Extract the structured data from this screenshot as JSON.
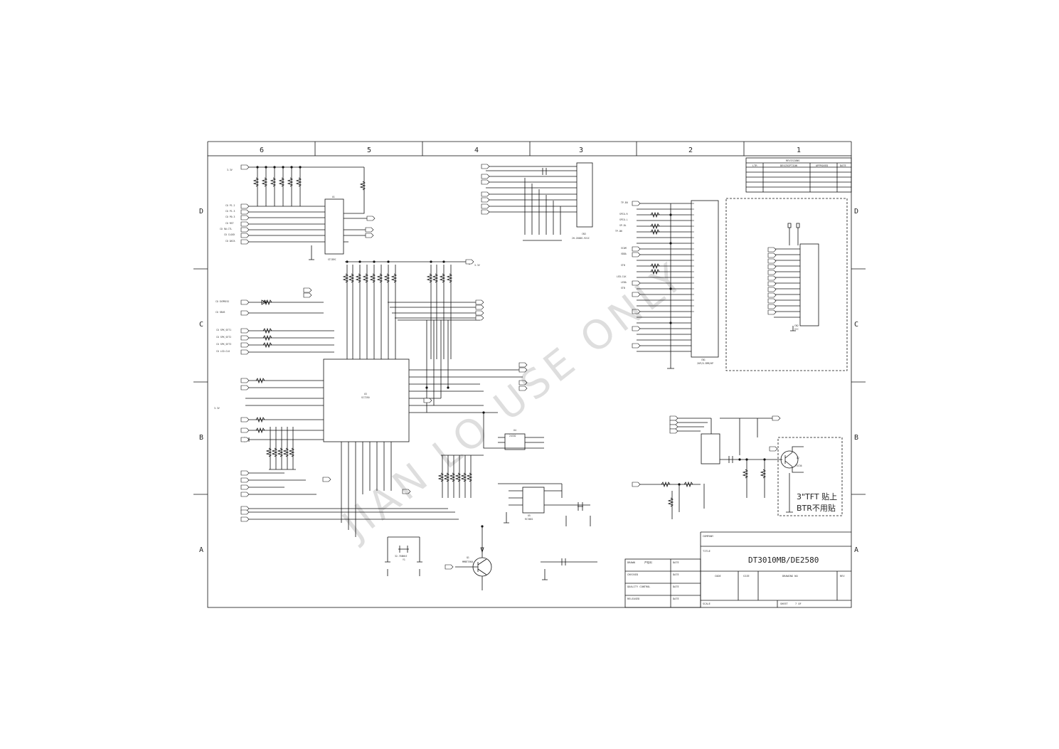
{
  "sheet": {
    "column_labels": [
      "6",
      "5",
      "4",
      "3",
      "2",
      "1"
    ],
    "row_labels": [
      "D",
      "C",
      "B",
      "A"
    ]
  },
  "watermark": "JIAN LO USE ONLY",
  "title_block": {
    "company_label": "COMPANY",
    "title_label": "TITLE",
    "title": "DT3010MB/DE2580",
    "drawn_label": "DRAWN",
    "drawn_by": "严桂利",
    "date_label": "DATE",
    "checked_label": "CHECKED",
    "quality_label": "QUALITY CONTROL",
    "released_label": "RELEASED",
    "code_label": "CODE",
    "size_label": "SIZE",
    "drawing_no_label": "DRAWING NO",
    "rev_label": "REV",
    "scale_label": "SCALE",
    "sheet_label": "SHEET",
    "sheet_value": "7 OF"
  },
  "revision_table": {
    "title": "REVISIONS",
    "headers": [
      "LTR",
      "DESCRIPTION",
      "APPROVED",
      "DATE"
    ]
  },
  "components": {
    "mcu": {
      "ref": "U1",
      "part": "STC89C"
    },
    "mcu_main": {
      "ref": "U3",
      "part": "SC7250"
    },
    "connector_top": {
      "ref": "CN3",
      "part": "2H-2000S-9X1C"
    },
    "connector_right": {
      "ref": "CN1",
      "part": "20P/0.5MM/HP"
    },
    "connector_aux": {
      "ref": "CN2",
      "part": "IIC"
    },
    "eeprom": {
      "ref": "U4",
      "part": "24C02"
    },
    "regulator": {
      "ref": "U5",
      "part": "RC3001"
    },
    "transistor": {
      "ref": "Q1",
      "part": "MMBT3904"
    },
    "transistor2": {
      "ref": "Q2",
      "part": "Y3C36"
    },
    "crystal": {
      "ref": "Y1",
      "part": "32.768KHZ"
    }
  },
  "nets": {
    "vcc": "3.3V",
    "left_inputs": [
      "CO P1.2",
      "CO P1.3",
      "CO P0.3",
      "CO RST",
      "CO SW-CTL",
      "CO CLOCK",
      "CO DATA"
    ],
    "mid_inputs": [
      "CO EXPRESS",
      "CO SBUS",
      "CO SPK_SET1",
      "CO SPK_SET2",
      "CO SPK_SET3",
      "CO LCD-CLK"
    ],
    "right_signals": [
      "TP-EN",
      "SPIO-R",
      "SPIO-L",
      "SP-DL",
      "TP-ON",
      "VCOM",
      "VDDA",
      "STB",
      "LED-CLK",
      "LEDA",
      "STB"
    ]
  },
  "notes": {
    "sticker_note_line1": "3\"TFT 贴上",
    "sticker_note_line2": "BTR不用贴"
  }
}
